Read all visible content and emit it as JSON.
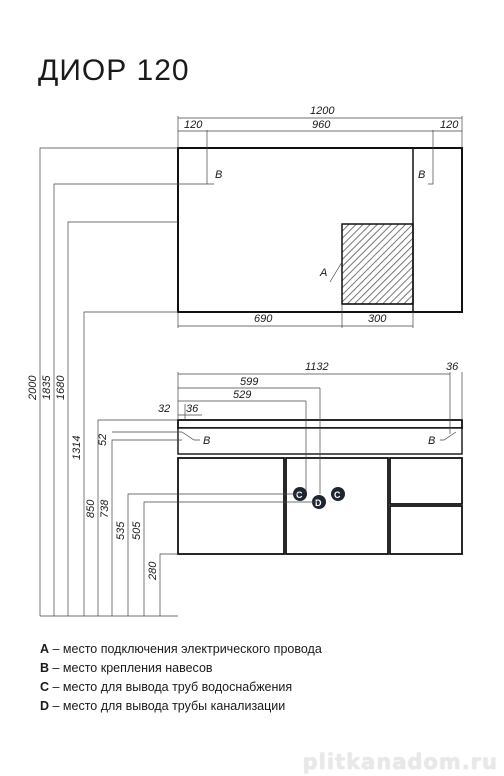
{
  "title": "ДИОР 120",
  "top_view": {
    "overall_width": "1200",
    "left_margin": "120",
    "middle_span": "960",
    "right_margin": "120",
    "bottom_left": "690",
    "bottom_right": "300",
    "marker_b_left": "B",
    "marker_b_right": "B",
    "marker_a": "A"
  },
  "front_view": {
    "overall_width": "1132",
    "right_offset": "36",
    "dim_599": "599",
    "dim_529": "529",
    "dim_32": "32",
    "dim_36": "36",
    "dim_52": "52",
    "marker_b_left": "B",
    "marker_b_right": "B",
    "marker_c_left": "C",
    "marker_d": "D",
    "marker_c_right": "C"
  },
  "heights": [
    "2000",
    "1835",
    "1680",
    "1314",
    "850",
    "738",
    "535",
    "505",
    "280"
  ],
  "legend": [
    {
      "key": "A",
      "text": " – место подключения электрического провода"
    },
    {
      "key": "B",
      "text": " – место крепления навесов"
    },
    {
      "key": "C",
      "text": " – место для вывода труб водоснабжения"
    },
    {
      "key": "D",
      "text": " – место для вывода трубы канализации"
    }
  ],
  "watermark": "plitkanadom.ru"
}
